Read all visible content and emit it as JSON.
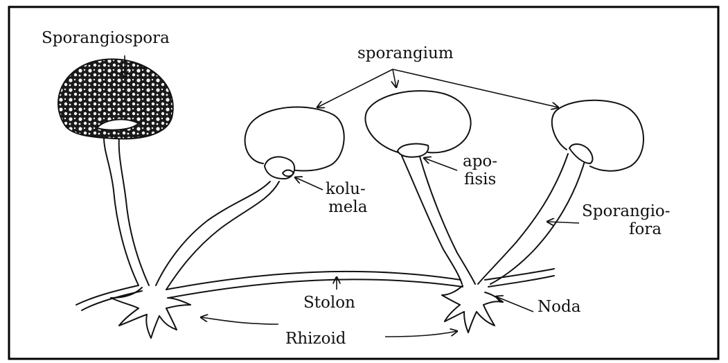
{
  "labels": {
    "sporangiospora": "Sporangiospora",
    "sporangium": "sporangium",
    "kolumela_1": "kolu-",
    "kolumela_2": "mela",
    "apofisis_1": "apo-",
    "apofisis_2": "fisis",
    "sporangiofora_1": "Sporangio-",
    "sporangiofora_2": "fora",
    "stolon": "Stolon",
    "noda": "Noda",
    "rhizoid": "Rhizoid"
  },
  "colors": {
    "ink": "#111111",
    "background": "#ffffff",
    "frame": "#000000"
  }
}
